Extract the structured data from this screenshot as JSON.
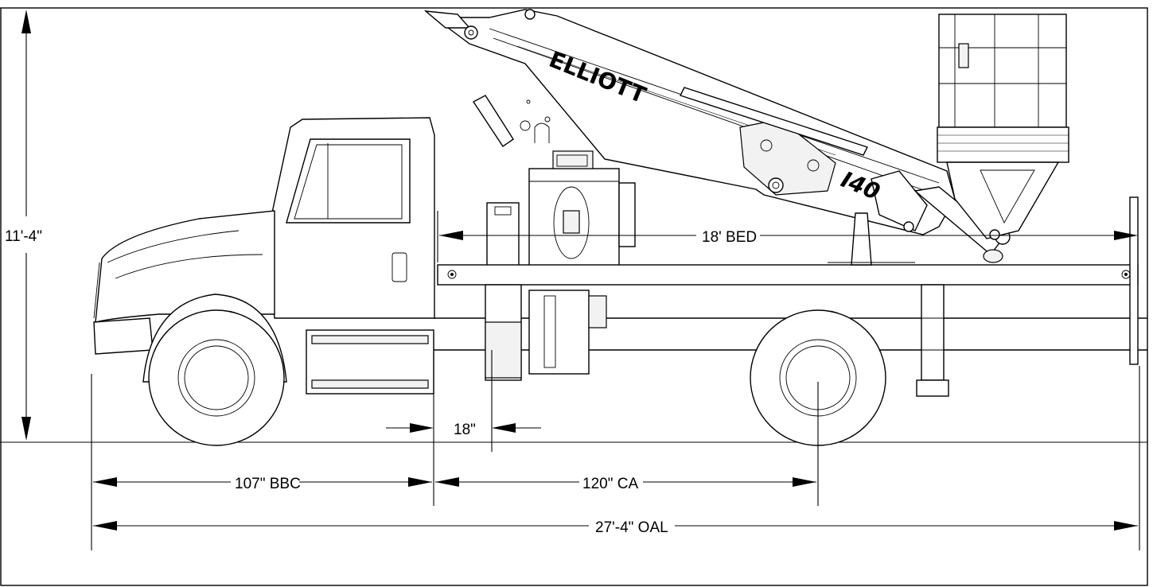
{
  "diagram": {
    "brand_label": "ELLIOTT",
    "model_label": "I40",
    "dimensions": {
      "overall_height": "11'-4\"",
      "bed_length": "18' BED",
      "rear_setback": "18\"",
      "bumper_to_back_of_cab": "107\" BBC",
      "cab_to_axle": "120\" CA",
      "overall_length": "27'-4\" OAL"
    }
  }
}
